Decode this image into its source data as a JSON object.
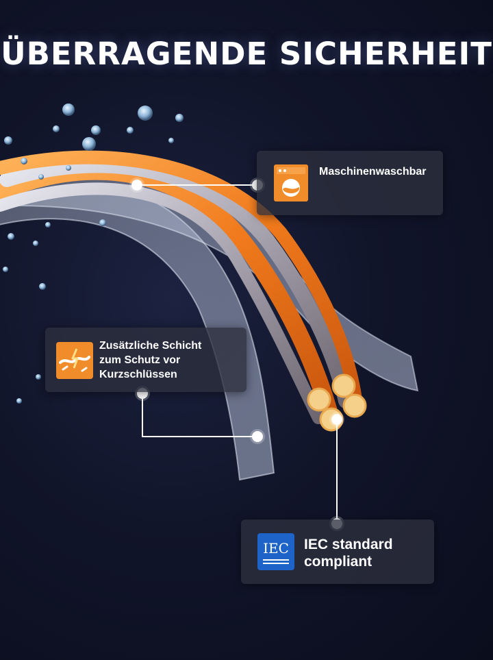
{
  "header": {
    "title": "ÜBERRAGENDE SICHERHEIT"
  },
  "features": [
    {
      "label": "Maschinenwaschbar",
      "icon": "washing-machine-icon"
    },
    {
      "label_lines": [
        "Zusätzliche Schicht",
        "zum Schutz vor",
        "Kurzschlüssen"
      ],
      "icon": "short-circuit-protection-icon"
    },
    {
      "label_lines": [
        "IEC standard",
        "compliant"
      ],
      "icon": "iec-logo-icon",
      "icon_text": "IEC"
    }
  ],
  "colors": {
    "accent_orange": "#f08c2a",
    "iec_blue": "#1e63c8",
    "card_bg": "#2d303e"
  }
}
